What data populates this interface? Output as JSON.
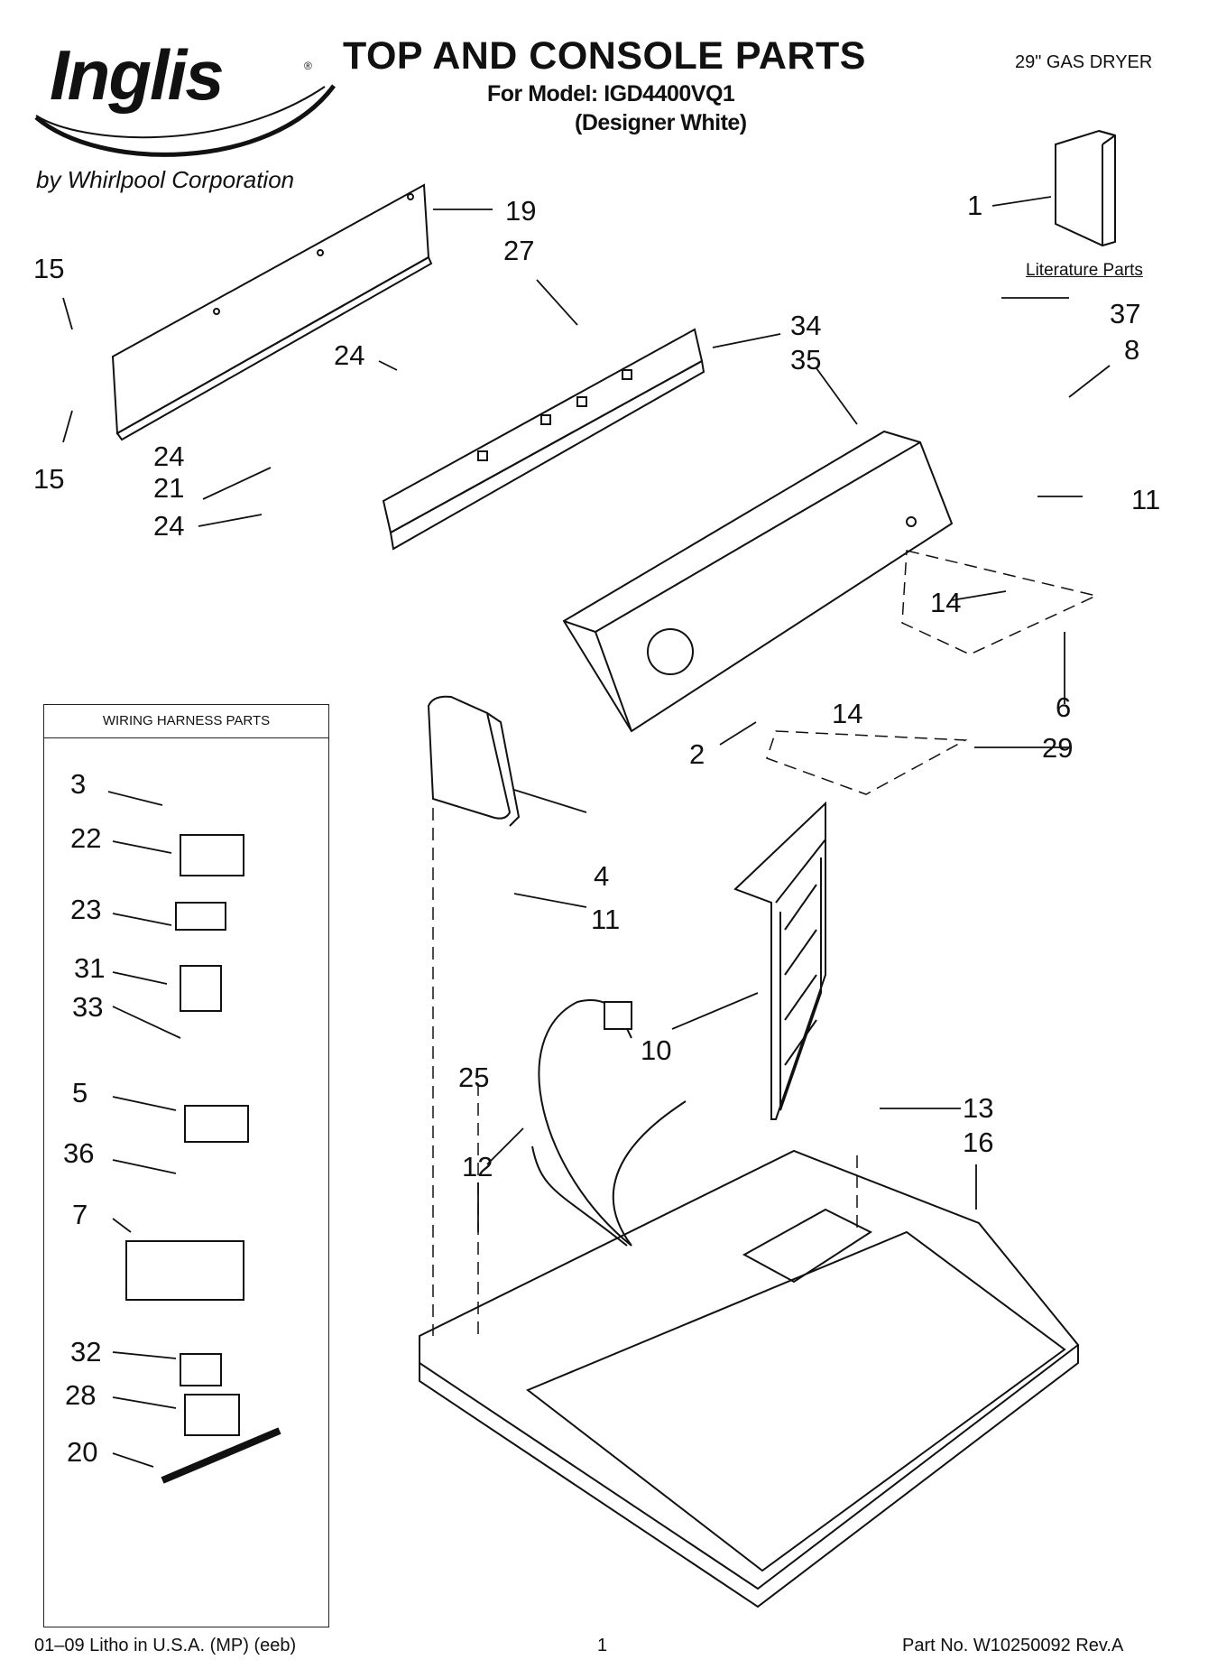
{
  "header": {
    "brand": "Inglis",
    "brand_mark": "®",
    "byline": "by Whirlpool Corporation",
    "title": "TOP AND CONSOLE PARTS",
    "model_line": "For Model: IGD4400VQ1",
    "color_line": "(Designer White)",
    "product": "29\" GAS DRYER"
  },
  "literature_label": "Literature Parts",
  "harness_box_title": "WIRING HARNESS PARTS",
  "callouts": {
    "c1": "1",
    "c19": "19",
    "c27": "27",
    "c15a": "15",
    "c15b": "15",
    "c24a": "24",
    "c24b": "24",
    "c24c": "24",
    "c21": "21",
    "c34": "34",
    "c35": "35",
    "c37": "37",
    "c8": "8",
    "c11a": "11",
    "c14a": "14",
    "c6": "6",
    "c14b": "14",
    "c29": "29",
    "c2": "2",
    "c4": "4",
    "c11b": "11",
    "c10": "10",
    "c25": "25",
    "c13": "13",
    "c16": "16",
    "c12": "12",
    "h3": "3",
    "h22": "22",
    "h23": "23",
    "h31": "31",
    "h33": "33",
    "h5": "5",
    "h36": "36",
    "h7": "7",
    "h32": "32",
    "h28": "28",
    "h20": "20"
  },
  "footer": {
    "left": "01–09 Litho in U.S.A. (MP) (eeb)",
    "page": "1",
    "right": "Part No. W10250092 Rev.A"
  }
}
